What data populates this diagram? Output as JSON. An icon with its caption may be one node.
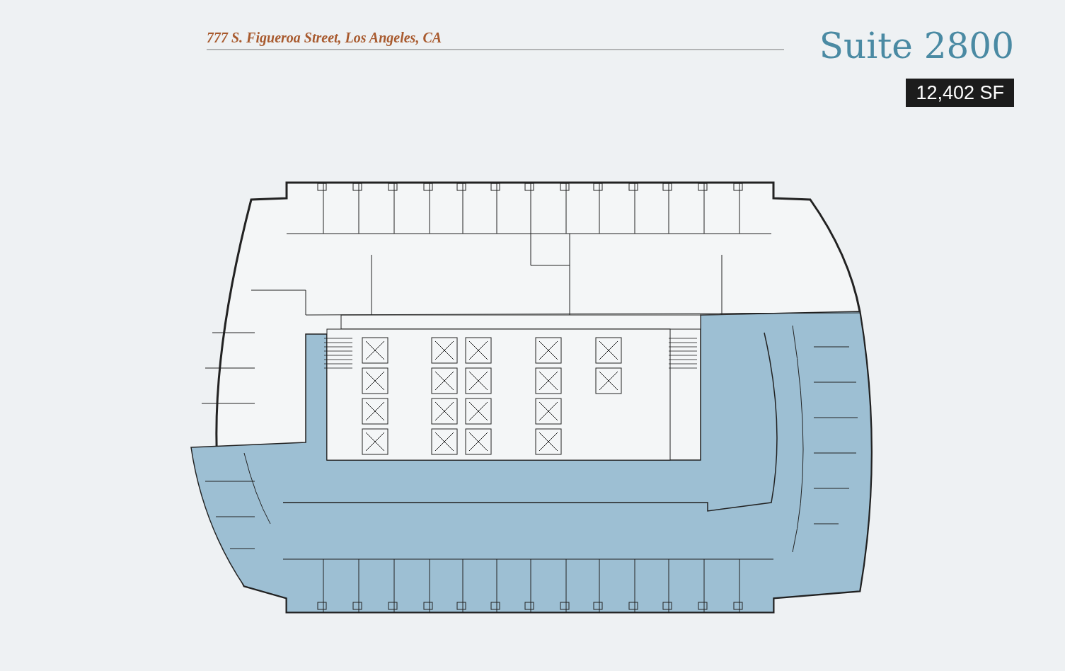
{
  "diagram": {
    "labels": [
      "777 S. Figueroa Street, Los Angeles, CA",
      "Suite 2800",
      "12,402 SF"
    ]
  }
}
